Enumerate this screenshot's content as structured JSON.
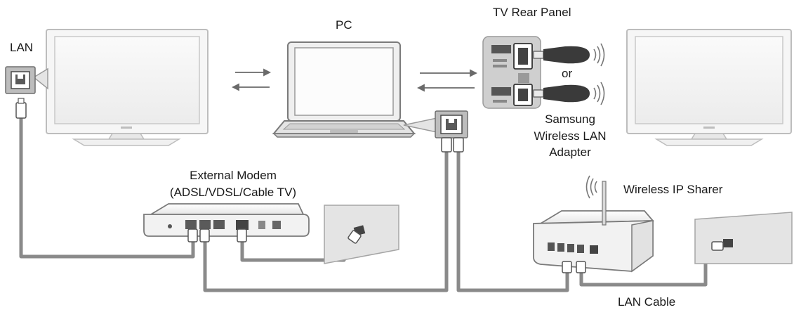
{
  "labels": {
    "lan": "LAN",
    "pc": "PC",
    "tv_rear_panel": "TV Rear Panel",
    "or": "or",
    "adapter_line1": "Samsung",
    "adapter_line2": "Wireless LAN",
    "adapter_line3": "Adapter",
    "modem_line1": "External Modem",
    "modem_line2": "(ADSL/VDSL/Cable TV)",
    "wireless_ip_sharer": "Wireless IP Sharer",
    "lan_cable": "LAN Cable"
  },
  "colors": {
    "cable": "#8a8a8a",
    "device_fill": "#f2f2f2",
    "device_stroke": "#7a7a7a",
    "panel_fill": "#cfcfcf",
    "dark": "#333333"
  }
}
